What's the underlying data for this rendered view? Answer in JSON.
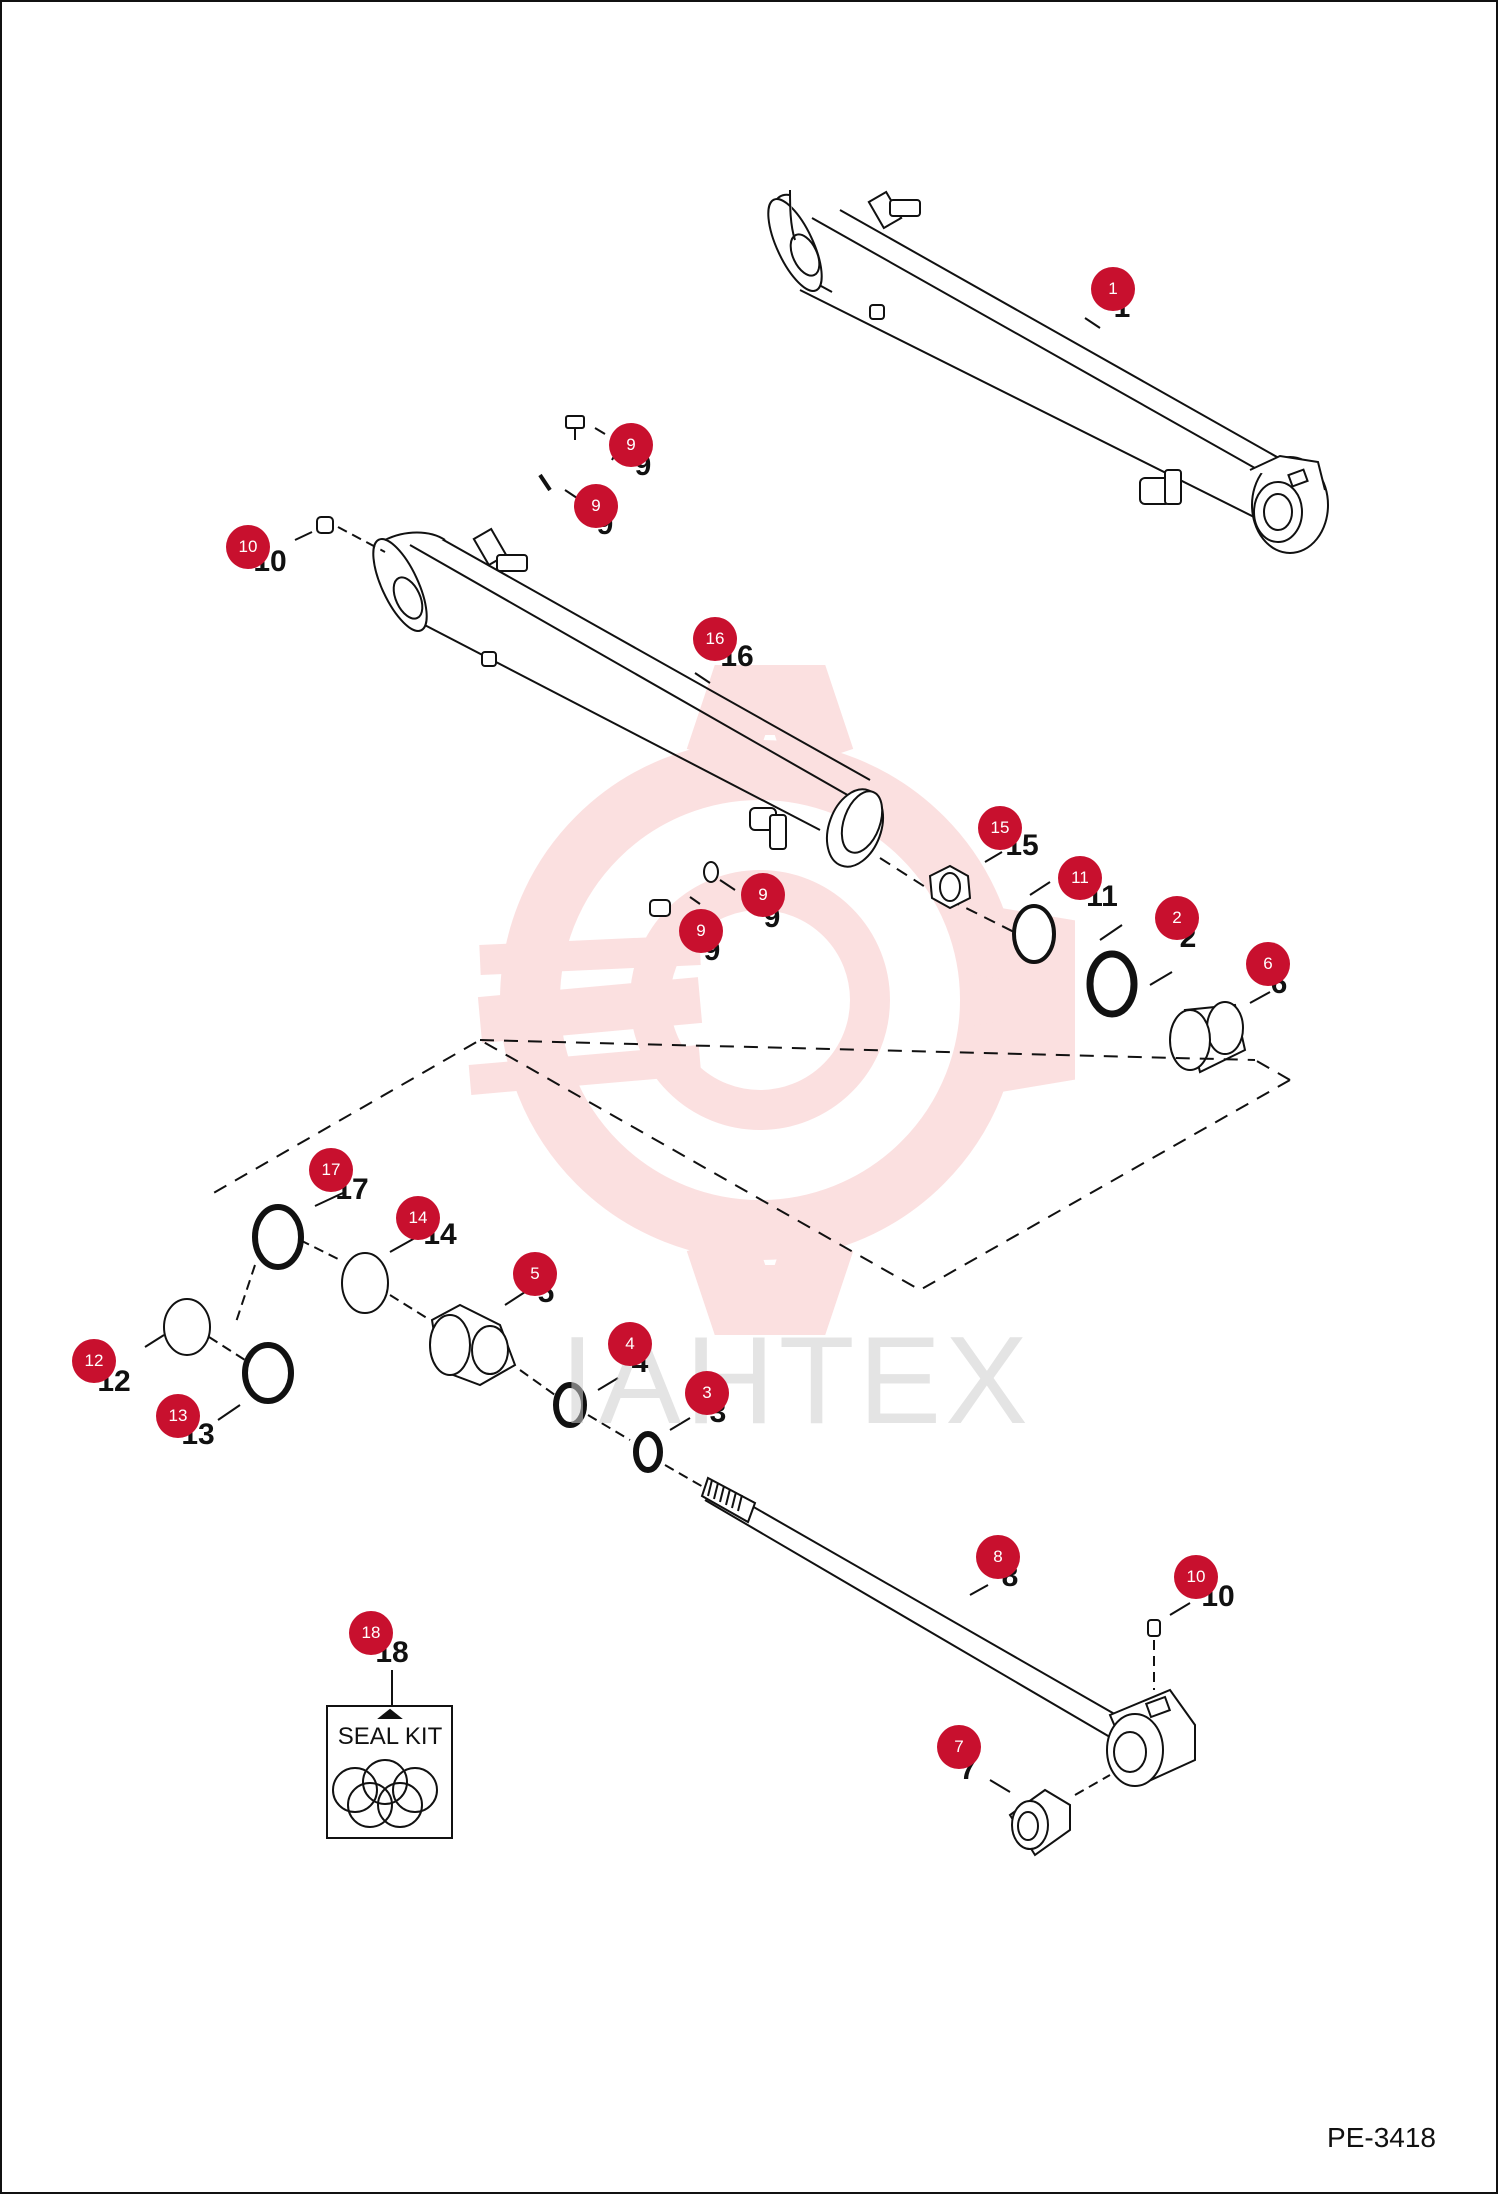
{
  "watermark": {
    "text": "IAHTEX",
    "color": "#f4a7a7"
  },
  "page_code": "PE-3418",
  "seal_kit_label": "SEAL KIT",
  "badge_color": "#c8102e",
  "callouts": [
    {
      "id": "c1",
      "number": "1"
    },
    {
      "id": "c9a",
      "number": "9"
    },
    {
      "id": "c9b",
      "number": "9"
    },
    {
      "id": "c10a",
      "number": "10"
    },
    {
      "id": "c16",
      "number": "16"
    },
    {
      "id": "c15",
      "number": "15"
    },
    {
      "id": "c11",
      "number": "11"
    },
    {
      "id": "c2",
      "number": "2"
    },
    {
      "id": "c6",
      "number": "6"
    },
    {
      "id": "c9c",
      "number": "9"
    },
    {
      "id": "c9d",
      "number": "9"
    },
    {
      "id": "c17",
      "number": "17"
    },
    {
      "id": "c14",
      "number": "14"
    },
    {
      "id": "c5",
      "number": "5"
    },
    {
      "id": "c12",
      "number": "12"
    },
    {
      "id": "c13",
      "number": "13"
    },
    {
      "id": "c4",
      "number": "4"
    },
    {
      "id": "c3",
      "number": "3"
    },
    {
      "id": "c8",
      "number": "8"
    },
    {
      "id": "c10b",
      "number": "10"
    },
    {
      "id": "c18",
      "number": "18"
    },
    {
      "id": "c7",
      "number": "7"
    }
  ]
}
